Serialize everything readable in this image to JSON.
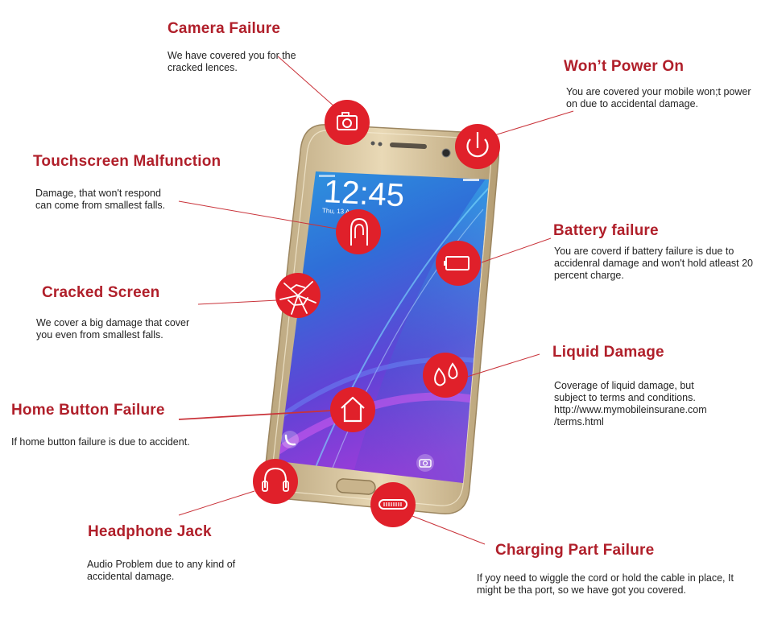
{
  "colors": {
    "accent_red": "#e0202a",
    "title_red": "#b01f2a",
    "phone_gold": "#d8c39b",
    "screen_blue": "#3b5bd6",
    "screen_purple": "#9b3ed6"
  },
  "phone": {
    "clock": "12:45",
    "date": "Thu, 13 A"
  },
  "callouts": {
    "camera": {
      "title": "Camera Failure",
      "desc": "We have covered you for the cracked lences.",
      "icon": "camera-icon"
    },
    "power": {
      "title": "Won’t Power On",
      "desc": "You are covered your mobile won;t power on due to accidental damage.",
      "icon": "power-icon"
    },
    "touch": {
      "title": "Touchscreen Malfunction",
      "desc": "Damage, that won't respond can come from smallest falls.",
      "icon": "finger-touch-icon"
    },
    "battery": {
      "title": "Battery failure",
      "desc": "You are coverd if battery failure is due to accidenral damage and won't hold atleast 20 percent charge.",
      "icon": "battery-icon"
    },
    "cracked": {
      "title": "Cracked Screen",
      "desc": "We cover a big damage that cover you even from smallest falls.",
      "icon": "cracked-glass-icon"
    },
    "liquid": {
      "title": "Liquid Damage",
      "desc": "Coverage of liquid damage, but subject to terms and conditions. http://www.mymobileinsurane.com /terms.html",
      "icon": "water-drops-icon"
    },
    "home": {
      "title": "Home Button Failure",
      "desc": "If home button failure is due to accident.",
      "icon": "home-icon"
    },
    "headphone": {
      "title": "Headphone Jack",
      "desc": "Audio Problem due to any kind of accidental damage.",
      "icon": "headphone-icon"
    },
    "charging": {
      "title": "Charging Part Failure",
      "desc": "If yoy need to wiggle the cord or hold the cable in place, It might be tha port, so we have got you covered.",
      "icon": "charging-port-icon"
    }
  }
}
